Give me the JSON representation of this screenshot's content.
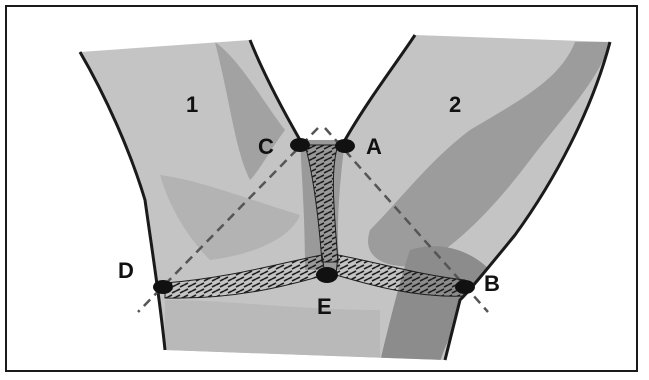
{
  "labels": {
    "region_1": "1",
    "region_2": "2",
    "point_a": "A",
    "point_b": "B",
    "point_c": "C",
    "point_d": "D",
    "point_e": "E"
  },
  "colors": {
    "tissue_light": "#c4c4c4",
    "tissue_mid": "#a9a9a9",
    "tissue_dark": "#8c8c8c",
    "outline": "#1a1a1a",
    "dashed_line": "#555555",
    "suture": "#2a2a2a",
    "point": "#111111"
  }
}
